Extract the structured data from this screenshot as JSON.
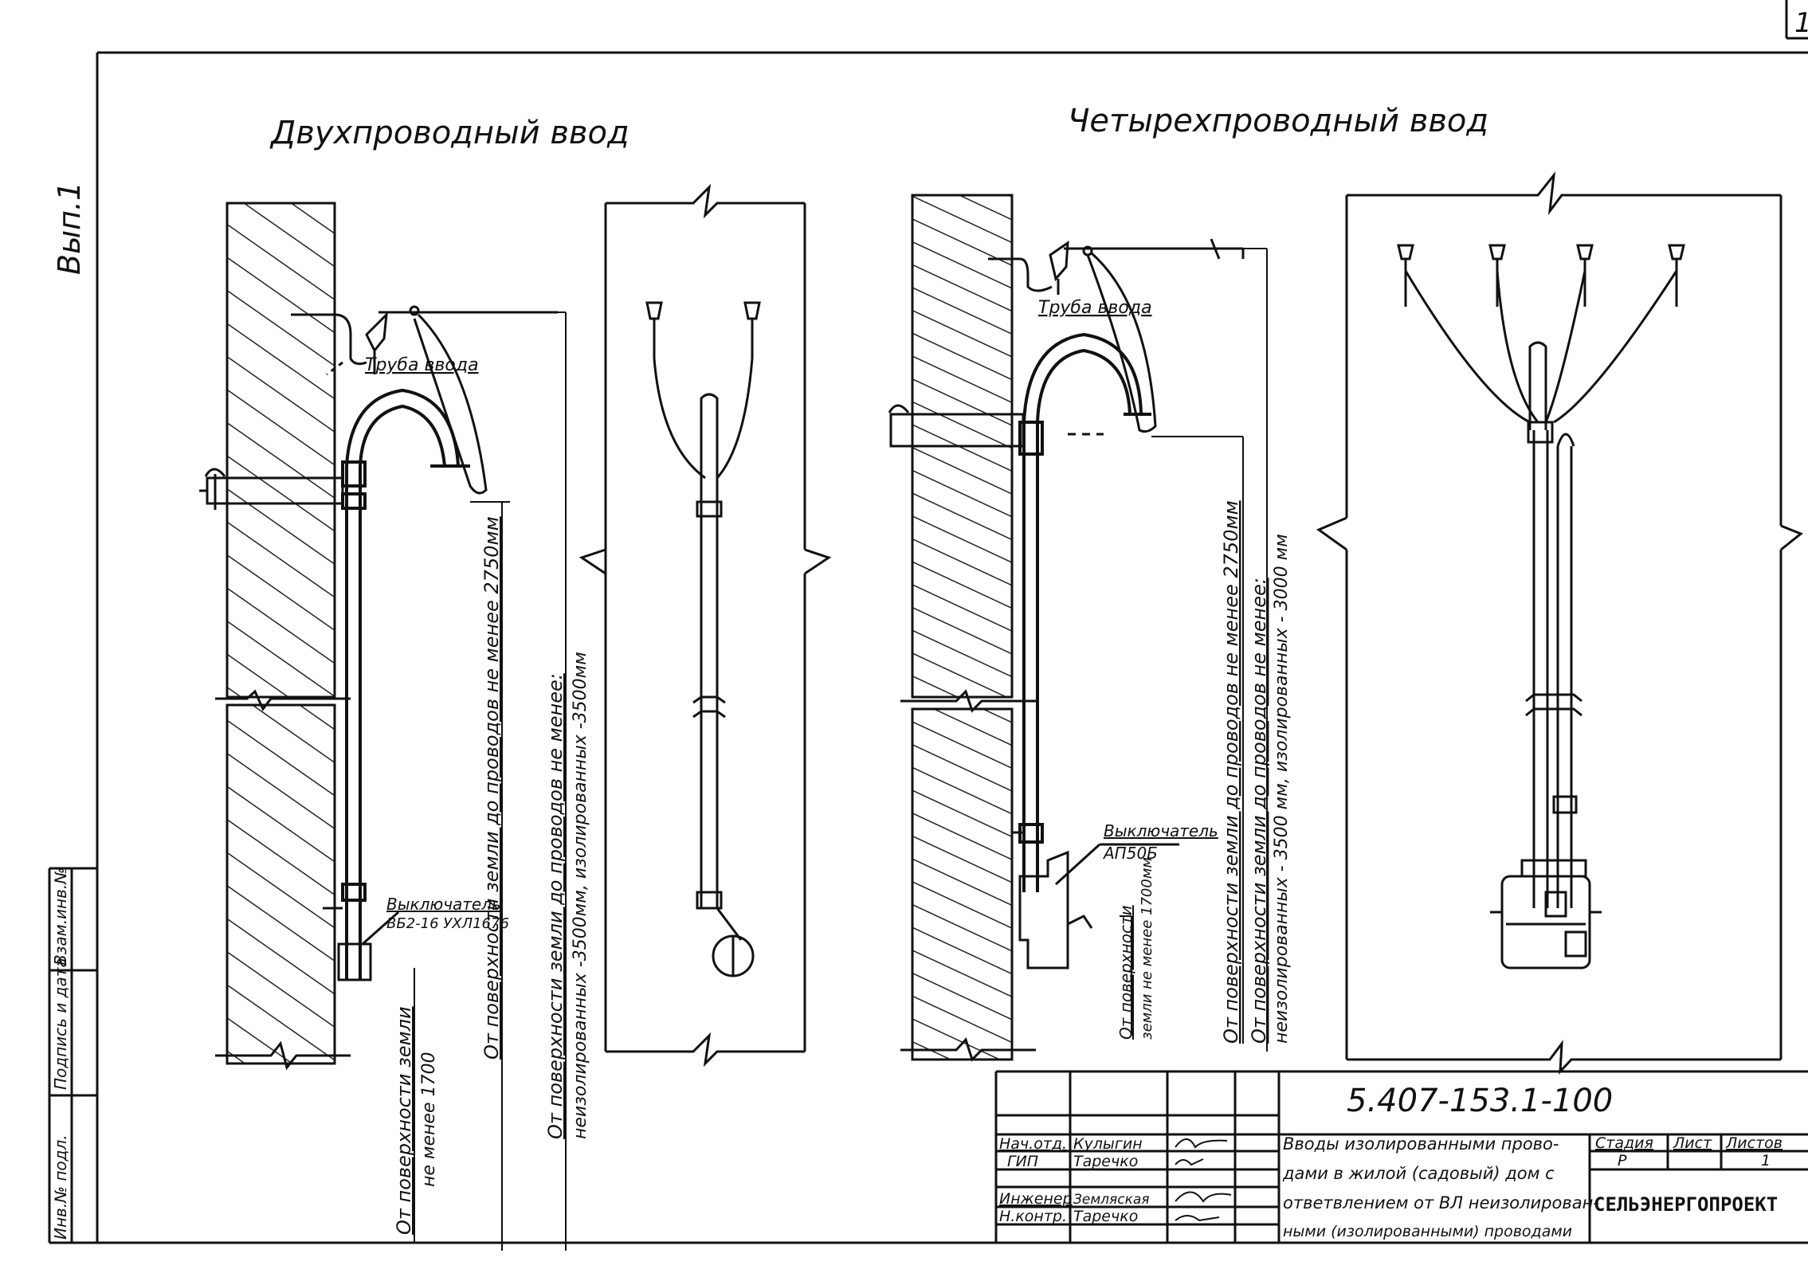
{
  "sheet_corner_mark": "1",
  "side_label": "Вып.1",
  "left_title": "Двухпроводный ввод",
  "right_title": "Четырехпроводный ввод",
  "left_pipe_label": "Труба ввода",
  "right_pipe_label": "Труба ввода",
  "left_switch_label": "Выключатель",
  "left_switch_model": "ВБ2-16 УХЛ1676",
  "right_switch_label": "Выключатель",
  "right_switch_model": "АП50Б",
  "dim_ground_1700": {
    "line1": "От поверхности земли",
    "line2": "не менее 1700"
  },
  "dim_left_2750": "От поверхности земли до проводов не менее 2750мм",
  "dim_left_3500": {
    "line1": "От поверхности земли до проводов не менее:",
    "line2": "неизолированных -3500мм, изолированных -3500мм"
  },
  "dim_right_1700": {
    "line1": "От поверхности",
    "line2": "земли не менее 1700мм"
  },
  "dim_right_2750": "От поверхности земли до проводов не менее 2750мм",
  "dim_right_3500": {
    "line1": "От поверхности земли до проводов не менее:",
    "line2": "неизолированных - 3500 мм, изолированных - 3000 мм"
  },
  "stamp_column_labels": [
    "Инв.№ подл.",
    "Подпись и дата",
    "Взам.инв.№"
  ],
  "title_block": {
    "document_code": "5.407-153.1-100",
    "description_lines": [
      "Вводы изолированными прово-",
      "дами в жилой (садовый) дом с",
      "ответвлением от ВЛ неизолирован-",
      "ными (изолированными) проводами"
    ],
    "roles": [
      {
        "role": "Нач.отд.",
        "name": "Кулыгин"
      },
      {
        "role": "ГИП",
        "name": "Таречко"
      },
      {
        "role": "Инженер",
        "name": "Земляская"
      },
      {
        "role": "Н.контр.",
        "name": "Таречко"
      }
    ],
    "stage_header": "Стадия",
    "sheet_header": "Лист",
    "sheets_header": "Листов",
    "stage_value": "Р",
    "sheets_value": "1",
    "organization": "СЕЛЬЭНЕРГОПРОЕКТ"
  }
}
